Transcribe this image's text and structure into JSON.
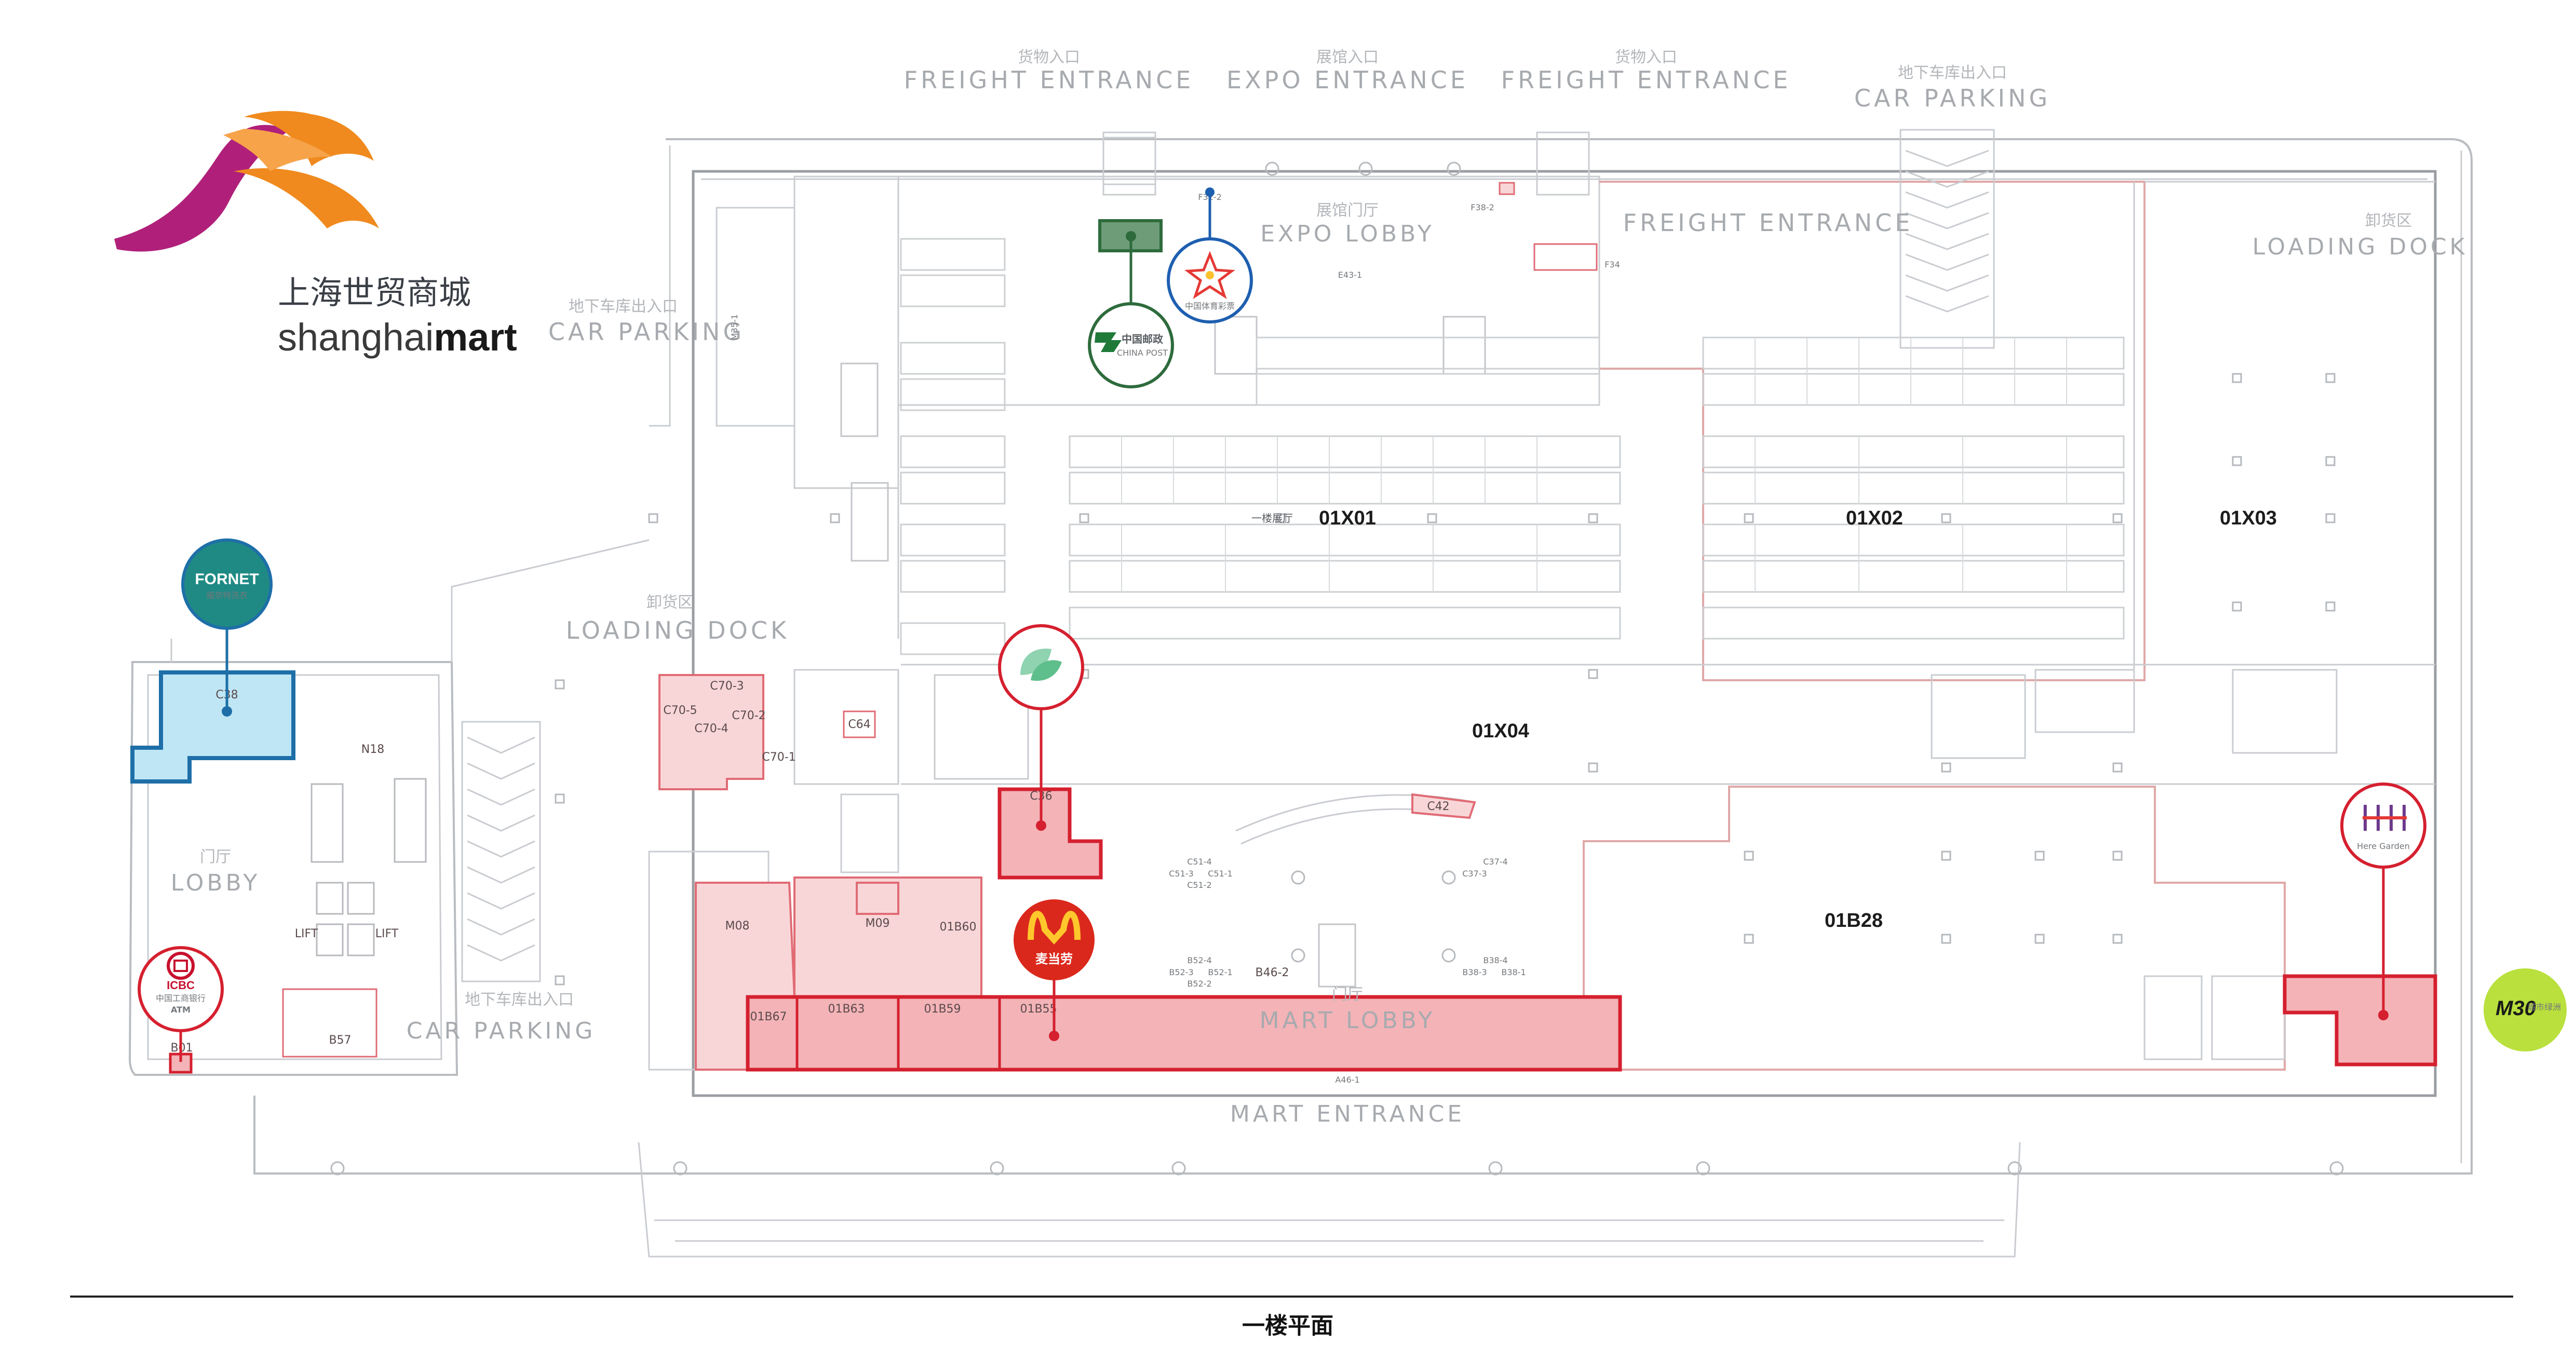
{
  "brand": {
    "name_cn": "上海世贸商城",
    "name_en_light": "shanghai",
    "name_en_bold": "mart"
  },
  "floor_title": "一楼平面",
  "entrances": {
    "freight_left_cn": "货物入口",
    "freight_left_en": "FREIGHT ENTRANCE",
    "expo_cn": "展馆入口",
    "expo_en": "EXPO ENTRANCE",
    "freight_mid_cn": "货物入口",
    "freight_mid_en": "FREIGHT ENTRANCE",
    "car_top_cn": "地下车库出入口",
    "car_top_en": "CAR PARKING",
    "car_left_cn": "地下车库出入口",
    "car_left_en": "CAR PARKING",
    "car_bottom_cn": "地下车库出入口",
    "car_bottom_en": "CAR PARKING",
    "mart_entrance_en": "MART ENTRANCE"
  },
  "areas": {
    "expo_lobby_cn": "展馆门厅",
    "expo_lobby_en": "EXPO LOBBY",
    "freight_entrance_inner": "FREIGHT ENTRANCE",
    "loading_dock_right_cn": "卸货区",
    "loading_dock_right_en": "LOADING DOCK",
    "loading_dock_left_cn": "卸货区",
    "loading_dock_left_en": "LOADING DOCK",
    "lobby_cn": "门厅",
    "lobby_en": "LOBBY",
    "mart_lobby_cn": "门厅",
    "mart_lobby_en": "MART LOBBY",
    "first_floor_hall": "一楼展厅"
  },
  "zones": [
    "01X01",
    "01X02",
    "01X03",
    "01X04",
    "01B28"
  ],
  "shops": {
    "c38": "C38",
    "c36": "C36",
    "c42": "C42",
    "c64": "C64",
    "c70_3": "C70-3",
    "c70_5": "C70-5",
    "c70_4": "C70-4",
    "c70_2": "C70-2",
    "c70_1": "C70-1",
    "m08": "M08",
    "m09": "M09",
    "b60": "01B60",
    "b67": "01B67",
    "b63": "01B63",
    "b59": "01B59",
    "b55": "01B55",
    "b57": "B57",
    "b01": "B01",
    "n18": "N18",
    "f34": "F34",
    "f38_2": "F38-2",
    "f32_2": "F32-2",
    "e43_1": "E43-1",
    "b46_2": "B46-2",
    "a46_1": "A46-1",
    "c51_4": "C51-4",
    "c51_3": "C51-3",
    "c51_1": "C51-1",
    "c51_2": "C51-2",
    "c37_4": "C37-4",
    "c37_3": "C37-3",
    "b52_4": "B52-4",
    "b52_3": "B52-3",
    "b52_1": "B52-1",
    "b52_2": "B52-2",
    "b38_4": "B38-4",
    "b38_3": "B38-3",
    "b38_1": "B38-1",
    "m35_1": "M35-1",
    "lift_a": "LIFT",
    "lift_b": "LIFT"
  },
  "pois": {
    "china_post_cn": "中国邮政",
    "china_post_en": "CHINA POST",
    "fornet_en": "FORNET",
    "fornet_cn": "福奈特洗衣",
    "icbc_en": "ICBC",
    "icbc_cn": "中国工商银行",
    "icbc_atm": "ATM",
    "mcd_cn": "麦当劳",
    "sports_cn": "中国体育彩票",
    "here_garden_en": "Here Garden",
    "m30_en": "M30",
    "m30_cn": "城市绿洲"
  },
  "colors": {
    "brand_orange": "#f08a1e",
    "brand_magenta": "#b0207a",
    "highlight_red": "#d5202f",
    "highlight_blue": "#1e6fa8",
    "post_green": "#2e6b3c",
    "fornet_teal": "#1f8a84",
    "mcd_red": "#da291c",
    "mcd_yellow": "#ffc72c",
    "m30_lime": "#b9e03c",
    "here_purple": "#6d3a8c"
  }
}
